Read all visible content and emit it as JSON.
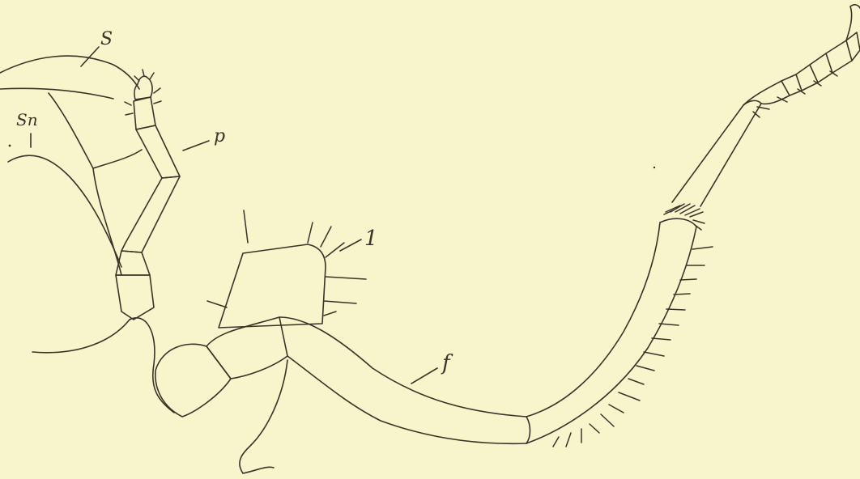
{
  "figure": {
    "background_color": "#f8f4cc",
    "ink_color": "#3a3428",
    "labels": {
      "s": "S",
      "sn": "Sn",
      "p": "p",
      "one": "1",
      "f": "f"
    }
  }
}
